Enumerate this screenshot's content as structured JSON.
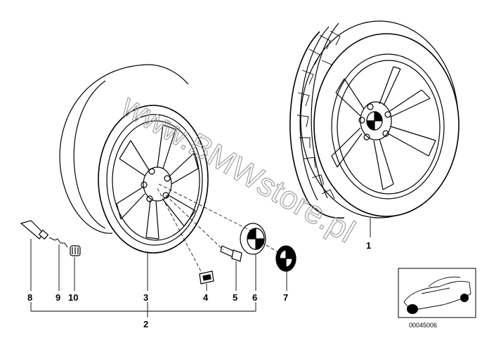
{
  "watermark": "www.BMWstore.pl",
  "part_labels": {
    "p1": "1",
    "p2": "2",
    "p3": "3",
    "p4": "4",
    "p5": "5",
    "p6": "6",
    "p7": "7",
    "p8": "8",
    "p9": "9",
    "p10": "10"
  },
  "diagram_ref": "00045006"
}
